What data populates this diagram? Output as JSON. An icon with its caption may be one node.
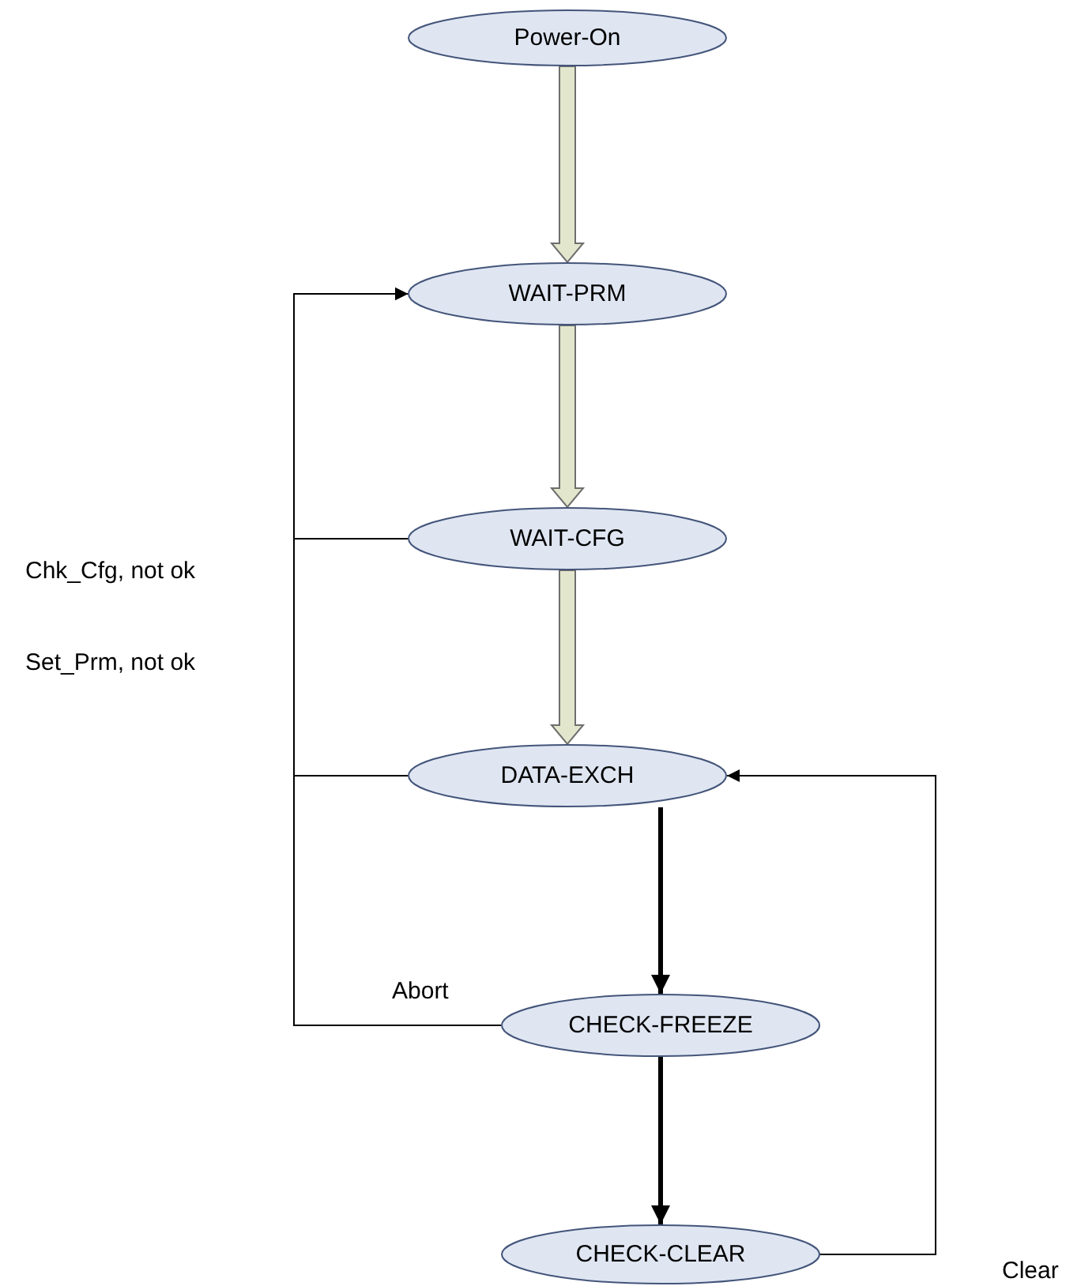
{
  "diagram": {
    "nodes": [
      {
        "text": [
          "Power-On"
        ]
      },
      {
        "text": [
          "WAIT-PRM"
        ]
      },
      {
        "text": [
          "WAIT-CFG"
        ]
      },
      {
        "text": [
          "DATA-EXCH"
        ]
      },
      {
        "text": [
          "CHECK-FREEZE"
        ]
      },
      {
        "text": [
          "CHECK-CLEAR"
        ]
      }
    ],
    "edges": [
      {
        "from": 0,
        "to": 1,
        "arrow": "to",
        "style": "thick",
        "color": "#e2e6cc"
      },
      {
        "from": 1,
        "to": 2,
        "arrow": "to",
        "style": "thick",
        "color": "#e2e6cc"
      },
      {
        "from": 2,
        "to": 3,
        "arrow": "to",
        "style": "thick",
        "color": "#e2e6cc"
      },
      {
        "from": 3,
        "to": 4,
        "arrow": "to",
        "style": "thick"
      },
      {
        "from": 4,
        "to": 5,
        "arrow": "to",
        "style": "thick"
      },
      {
        "from": 2,
        "to": 1,
        "arrow": "to"
      },
      {
        "from": 3,
        "to": 1,
        "arrow": "to"
      },
      {
        "from": 4,
        "to": 1,
        "arrow": "to",
        "label": "Abort"
      },
      {
        "from": 5,
        "to": 3,
        "arrow": "to",
        "label": "Clear"
      }
    ],
    "labels": [
      "Chk_Cfg, not ok",
      "Set_Prm, not ok"
    ]
  }
}
